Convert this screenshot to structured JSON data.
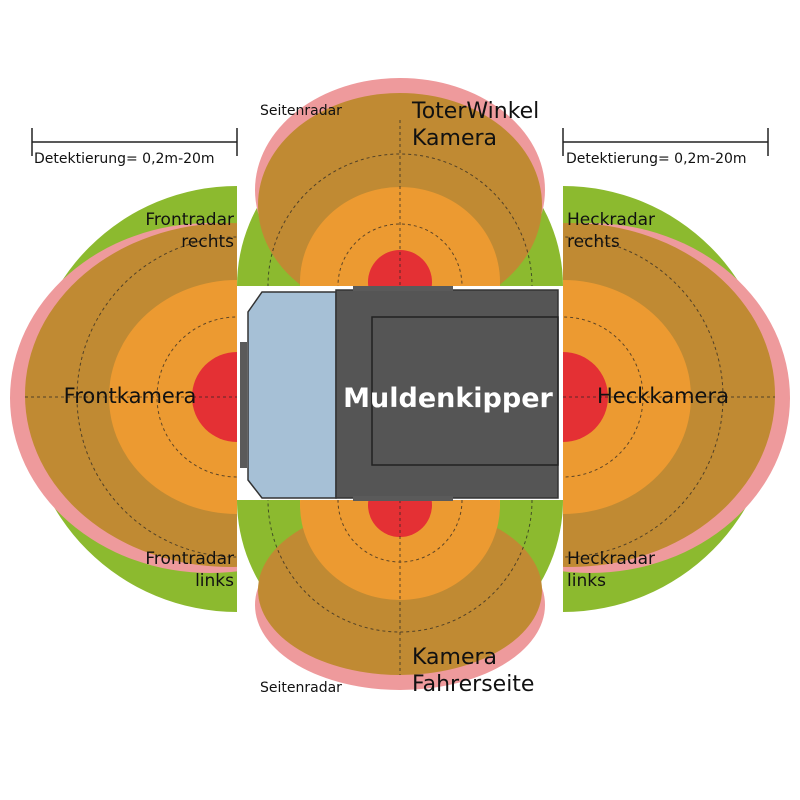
{
  "labels": {
    "title": "Muldenkipper",
    "side_radar_top": "Seitenradar",
    "side_radar_bottom": "Seitenradar",
    "blind_spot_camera_line1": "ToterWinkel",
    "blind_spot_camera_line2": "Kamera",
    "driver_camera_line1": "Kamera",
    "driver_camera_line2": "Fahrerseite",
    "detection_left": "Detektierung= 0,2m-20m",
    "detection_right": "Detektierung= 0,2m-20m",
    "front_radar_right_line1": "Frontradar",
    "front_radar_right_line2": "rechts",
    "front_radar_left_line1": "Frontradar",
    "front_radar_left_line2": "links",
    "rear_radar_right_line1": "Heckradar",
    "rear_radar_right_line2": "rechts",
    "rear_radar_left_line1": "Heckradar",
    "rear_radar_left_line2": "links",
    "front_camera": "Frontkamera",
    "rear_camera": "Heckkamera"
  },
  "colors": {
    "radar_green": "#8cba2f",
    "radar_yellow": "#f4e500",
    "camera_pink": "#ee9a9c",
    "camera_brown": "#c08a33",
    "camera_orange": "#ec9a31",
    "camera_red": "#e43034",
    "truck_cab": "#a6c0d6",
    "truck_body": "#555555",
    "truck_outline": "#333333",
    "sensor": "#5a5a5a"
  }
}
